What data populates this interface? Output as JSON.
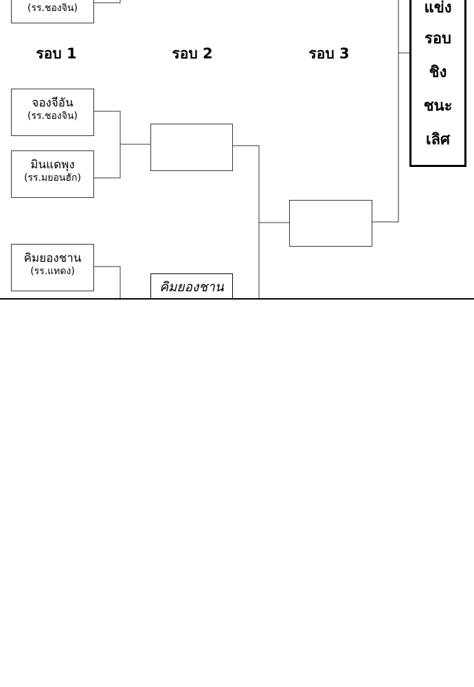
{
  "rounds": {
    "round1": "รอบ 1",
    "round2": "รอบ 2",
    "round3": "รอบ 3"
  },
  "final": {
    "lines": [
      "แข่ง",
      "รอบ",
      "ชิง",
      "ชนะ",
      "เลิศ"
    ]
  },
  "entries": {
    "top_partial_school": "(รร.ชองจิน)",
    "e1": {
      "name": "จองจีอัน",
      "school": "(รร.ชองจิน)"
    },
    "e2": {
      "name": "มินแดพุง",
      "school": "(รร.มยอนฮัก)"
    },
    "e3": {
      "name": "คิมยองชาน",
      "school": "(รร.แทดง)"
    }
  },
  "round2_handwritten": "คิมยองชาน"
}
